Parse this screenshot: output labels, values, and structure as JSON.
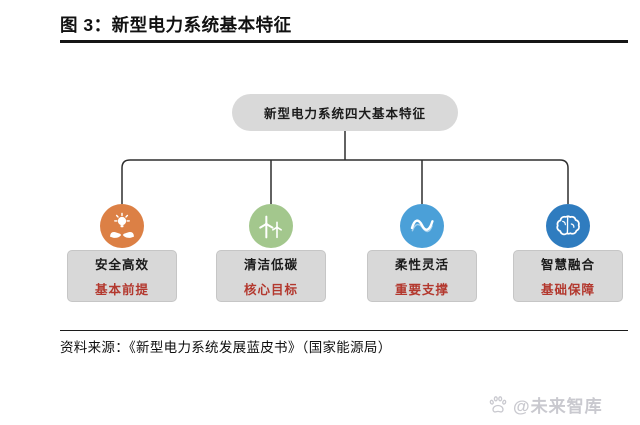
{
  "figure": {
    "title": "图 3：新型电力系统基本特征",
    "source": "资料来源：《新型电力系统发展蓝皮书》（国家能源局）"
  },
  "diagram": {
    "root": {
      "label": "新型电力系统四大基本特征"
    },
    "branches": [
      {
        "icon": "hands-holding-bulb-icon",
        "icon_color": "#DC8045",
        "label": "安全高效",
        "tag": "基本前提"
      },
      {
        "icon": "wind-turbine-icon",
        "icon_color": "#A3C78D",
        "label": "清洁低碳",
        "tag": "核心目标"
      },
      {
        "icon": "wave-icon",
        "icon_color": "#4BA0D8",
        "label": "柔性灵活",
        "tag": "重要支撑"
      },
      {
        "icon": "brain-icon",
        "icon_color": "#2F7CBF",
        "label": "智慧融合",
        "tag": "基础保障"
      }
    ]
  },
  "watermark": {
    "icon": "paw-icon",
    "text": "@未来智库"
  },
  "colors": {
    "accent_red": "#B3382E",
    "node_fill": "#D9D9D9",
    "connector": "#2E2E2E",
    "title_black": "#111111",
    "watermark_gray": "#C9C9CF"
  }
}
